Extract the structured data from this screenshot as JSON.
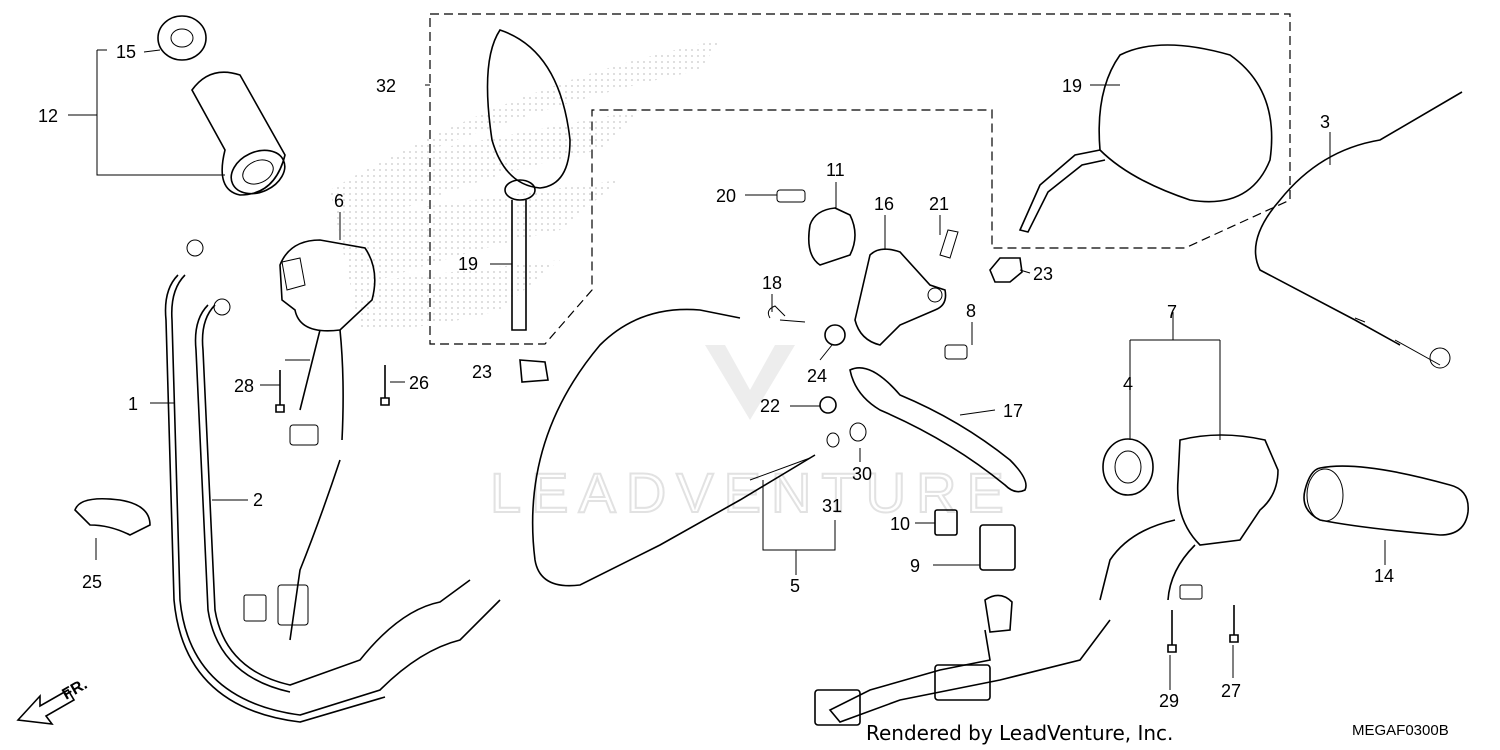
{
  "watermark": {
    "brand_text": "LEADVENTURE"
  },
  "credit_text": "Rendered by LeadVenture, Inc.",
  "diagram_code": "MEGAF0300B",
  "direction_label": "FR.",
  "callouts": {
    "c1": "1",
    "c2": "2",
    "c3": "3",
    "c4": "4",
    "c5": "5",
    "c6": "6",
    "c7": "7",
    "c8": "8",
    "c9": "9",
    "c10": "10",
    "c11": "11",
    "c12": "12",
    "c14": "14",
    "c15": "15",
    "c16": "16",
    "c17": "17",
    "c18": "18",
    "c19a": "19",
    "c19b": "19",
    "c20": "20",
    "c21": "21",
    "c22": "22",
    "c23a": "23",
    "c23b": "23",
    "c24": "24",
    "c25": "25",
    "c26": "26",
    "c27": "27",
    "c28": "28",
    "c29": "29",
    "c30": "30",
    "c31": "31",
    "c32": "32"
  }
}
